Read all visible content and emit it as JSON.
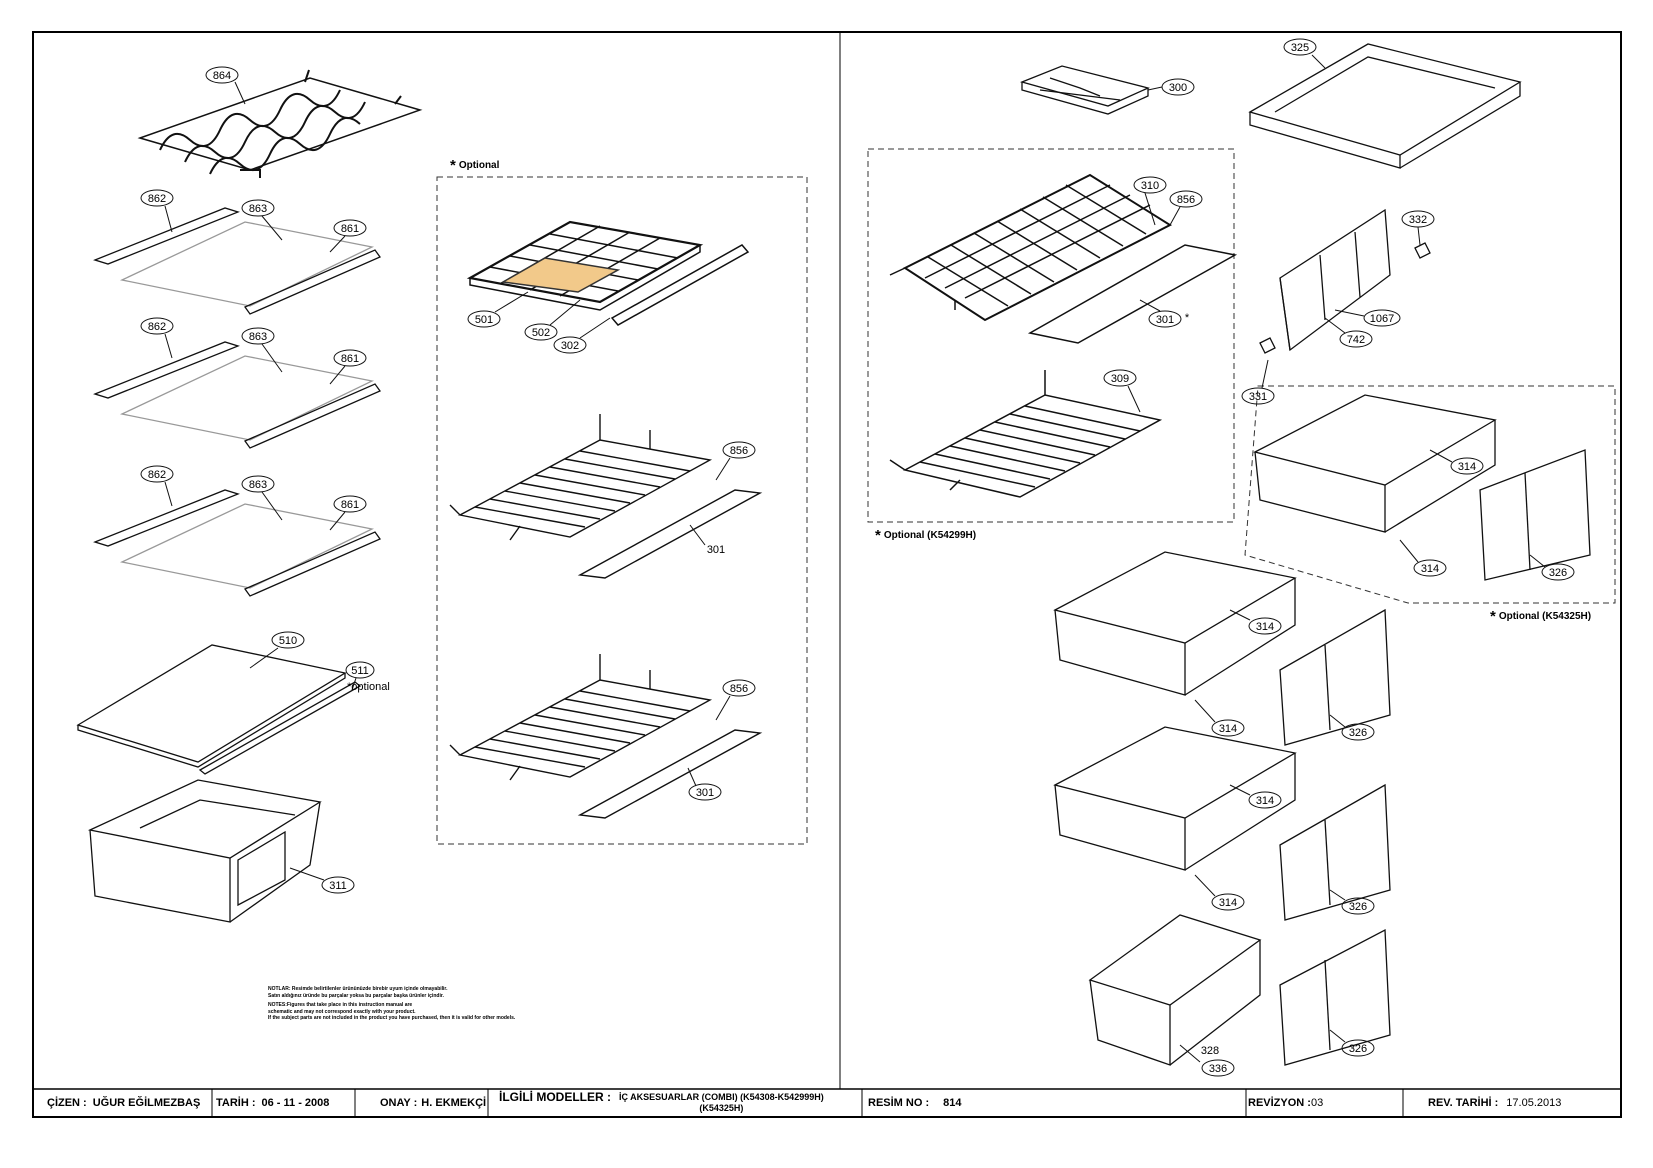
{
  "optional_labels": {
    "top": "Optional",
    "k54299h": "Optional (K54299H)",
    "k54325h": "Optional (K54325H)",
    "optional_511": "*optional",
    "star": "*",
    "asterisk_301": "*"
  },
  "callouts": {
    "c864": "864",
    "c862a": "862",
    "c863a": "863",
    "c861a": "861",
    "c862b": "862",
    "c863b": "863",
    "c861b": "861",
    "c862c": "862",
    "c863c": "863",
    "c861c": "861",
    "c510": "510",
    "c511": "511",
    "c311": "311",
    "c501": "501",
    "c502": "502",
    "c302": "302",
    "c856a": "856",
    "c301a": "301",
    "c856b": "856",
    "c301b": "301",
    "c300": "300",
    "c325": "325",
    "c310": "310",
    "c856c": "856",
    "c301c": "301",
    "c309": "309",
    "c332": "332",
    "c1067": "1067",
    "c742": "742",
    "c331": "331",
    "c314a": "314",
    "c314b": "314",
    "c326a": "326",
    "c314c": "314",
    "c314d": "314",
    "c326b": "326",
    "c314e": "314",
    "c314f": "314",
    "c326c": "326",
    "c328": "328",
    "c336": "336",
    "c326d": "326"
  },
  "notes": {
    "line1": "NOTLAR: Resimde belirtilenler ürününüzde birebir uyum içinde olmayabilir.",
    "line2": "Satın aldığınız üründe bu parçalar yoksa bu parçalar başka ürünler içindir.",
    "line3": "NOTES:Figures that take place in this instruction manual are",
    "line4": "schematic and may not correspond exactly with your product.",
    "line5": "If the subject parts are not included in the product you have purchased, then it is valid for other models."
  },
  "title_block": {
    "cizen_label": "ÇİZEN :",
    "cizen_value": "UĞUR EĞİLMEZBAŞ",
    "tarih_label": "TARİH :",
    "tarih_value": "06 - 11 - 2008",
    "onay_label": "ONAY :",
    "onay_value": "H. EKMEKÇİ",
    "models_label": "İLGİLİ MODELLER :",
    "models_value1": "İÇ AKSESUARLAR (COMBI) (K54308-K542999H)",
    "models_value2": "(K54325H)",
    "resim_label": "RESİM NO :",
    "resim_value": "814",
    "revizyon_label": "REVİZYON :",
    "revizyon_value": "03",
    "revtarih_label": "REV. TARİHİ :",
    "revtarih_value": "17.05.2013"
  }
}
